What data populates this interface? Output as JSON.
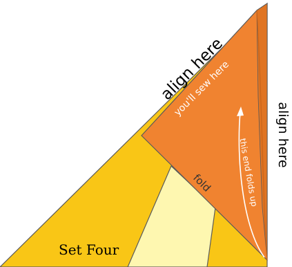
{
  "labels": {
    "align_top": "align here",
    "align_right": "align here",
    "sew": "you'll sew here",
    "folds_up": "this end folds up",
    "fold": "fold",
    "set": "Set Four"
  },
  "colors": {
    "yellow": "#F9C616",
    "light_yellow": "#FEF7B0",
    "orange": "#F08330",
    "orange_dark": "#E07422",
    "outline": "#5A5A5A",
    "white": "#FFFFFF"
  }
}
